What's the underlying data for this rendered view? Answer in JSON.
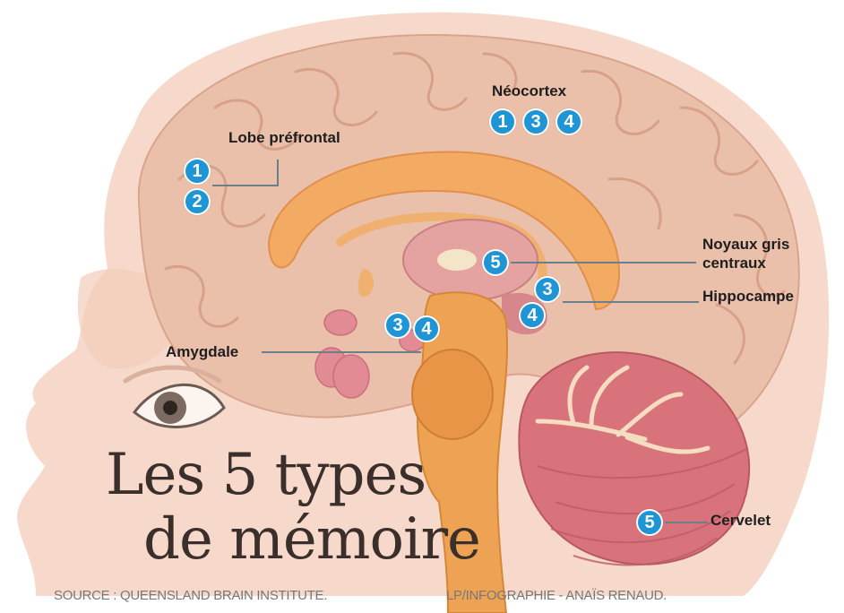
{
  "title": {
    "line1": "Les 5 types",
    "line2": "de mémoire"
  },
  "regions": {
    "neocortex": {
      "label": "Néocortex",
      "markers": [
        "1",
        "3",
        "4"
      ]
    },
    "lobe_prefrontal": {
      "label": "Lobe préfrontal",
      "markers": [
        "1",
        "2"
      ]
    },
    "noyaux_gris": {
      "label_line1": "Noyaux gris",
      "label_line2": "centraux",
      "markers": [
        "5"
      ]
    },
    "hippocampe": {
      "label": "Hippocampe",
      "markers": [
        "3",
        "4"
      ]
    },
    "amygdale": {
      "label": "Amygdale",
      "markers": [
        "3",
        "4"
      ]
    },
    "cervelet": {
      "label": "Cervelet",
      "markers": [
        "5"
      ]
    }
  },
  "credits": {
    "source": "SOURCE : QUEENSLAND BRAIN INSTITUTE.",
    "infographic": "LP/INFOGRAPHIE - ANAÏS RENAUD."
  },
  "colors": {
    "marker": "#1f95d6",
    "skin": "#f6d8c8",
    "brain": "#ecc1ab",
    "corpus_callosum": "#f2a860",
    "cerebellum": "#d76d74",
    "brainstem": "#eda353"
  }
}
